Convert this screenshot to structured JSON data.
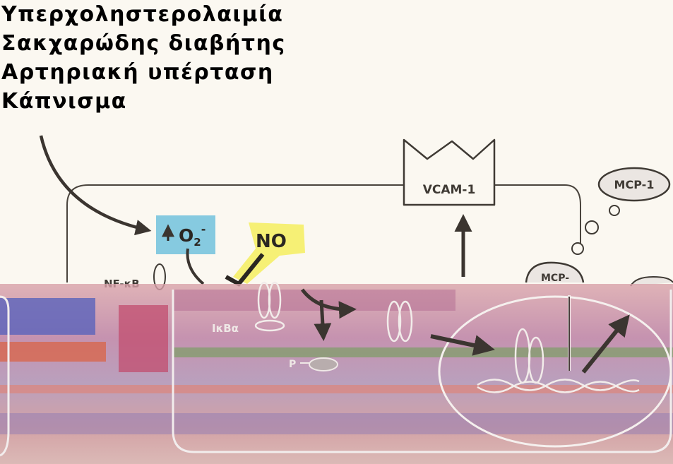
{
  "risk_factors": [
    "Υπερχοληστερολαιμία",
    "Σακχαρώδης διαβήτης",
    "Αρτηριακή υπέρταση",
    "Κάπνισμα"
  ],
  "labels": {
    "vcam": "VCAM-1",
    "mcp": "MCP-1",
    "mcp_bottom": "MCP-",
    "o2_base": "O",
    "o2_sub": "2",
    "o2_sup": "-",
    "no": "NO",
    "nfkb": "NF-κB",
    "ikba": "IκBα",
    "p": "P"
  },
  "colors": {
    "o2_highlight": "#79c4de",
    "no_highlight": "#f6ef6e",
    "line": "#3f3a34",
    "arrow": "#3b3530",
    "background": "#fbf8f1"
  }
}
